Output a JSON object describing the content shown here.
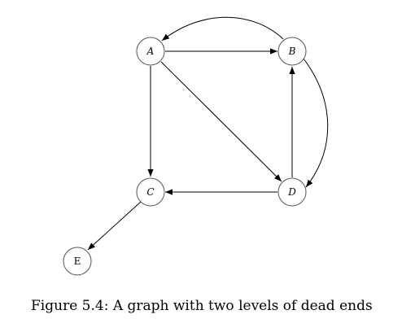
{
  "graph": {
    "nodes": [
      {
        "id": "A",
        "label": "A",
        "italic": true
      },
      {
        "id": "B",
        "label": "B",
        "italic": true
      },
      {
        "id": "C",
        "label": "C",
        "italic": true
      },
      {
        "id": "D",
        "label": "D",
        "italic": true
      },
      {
        "id": "E",
        "label": "E",
        "italic": false
      }
    ],
    "edges": [
      {
        "from": "A",
        "to": "B"
      },
      {
        "from": "A",
        "to": "C"
      },
      {
        "from": "A",
        "to": "D"
      },
      {
        "from": "B",
        "to": "A"
      },
      {
        "from": "B",
        "to": "D"
      },
      {
        "from": "D",
        "to": "B"
      },
      {
        "from": "D",
        "to": "C"
      },
      {
        "from": "C",
        "to": "E"
      }
    ]
  },
  "caption": "Figure 5.4: A graph with two levels of dead ends",
  "colors": {
    "stroke": "#000000",
    "node_fill": "#ffffff"
  }
}
